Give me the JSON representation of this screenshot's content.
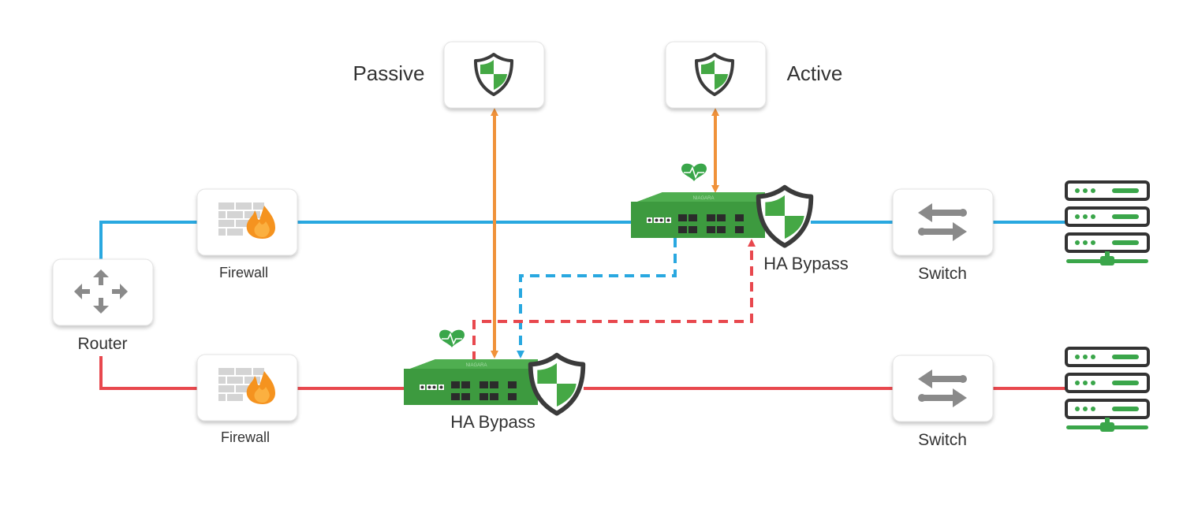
{
  "labels": {
    "passive": "Passive",
    "active": "Active",
    "router": "Router",
    "firewall_top": "Firewall",
    "firewall_bottom": "Firewall",
    "ha_bypass_top": "HA Bypass",
    "ha_bypass_bottom": "HA Bypass",
    "switch_top": "Switch",
    "switch_bottom": "Switch"
  },
  "colors": {
    "blue_link": "#29a8e0",
    "red_link": "#e8484e",
    "orange_link": "#f0923a",
    "device_green": "#3d9a3f",
    "shield_green": "#45a845",
    "shield_outline": "#3b3b3b",
    "icon_gray": "#8a8a8a",
    "fire_orange": "#f5931f",
    "server_outline": "#333333",
    "server_green": "#3aa64a"
  },
  "icons": {
    "security_appliance": "shield-icon",
    "router": "router-arrows-icon",
    "firewall": "firewall-icon",
    "switch": "switch-arrows-icon",
    "server": "server-stack-icon",
    "heartbeat": "heartbeat-icon"
  }
}
